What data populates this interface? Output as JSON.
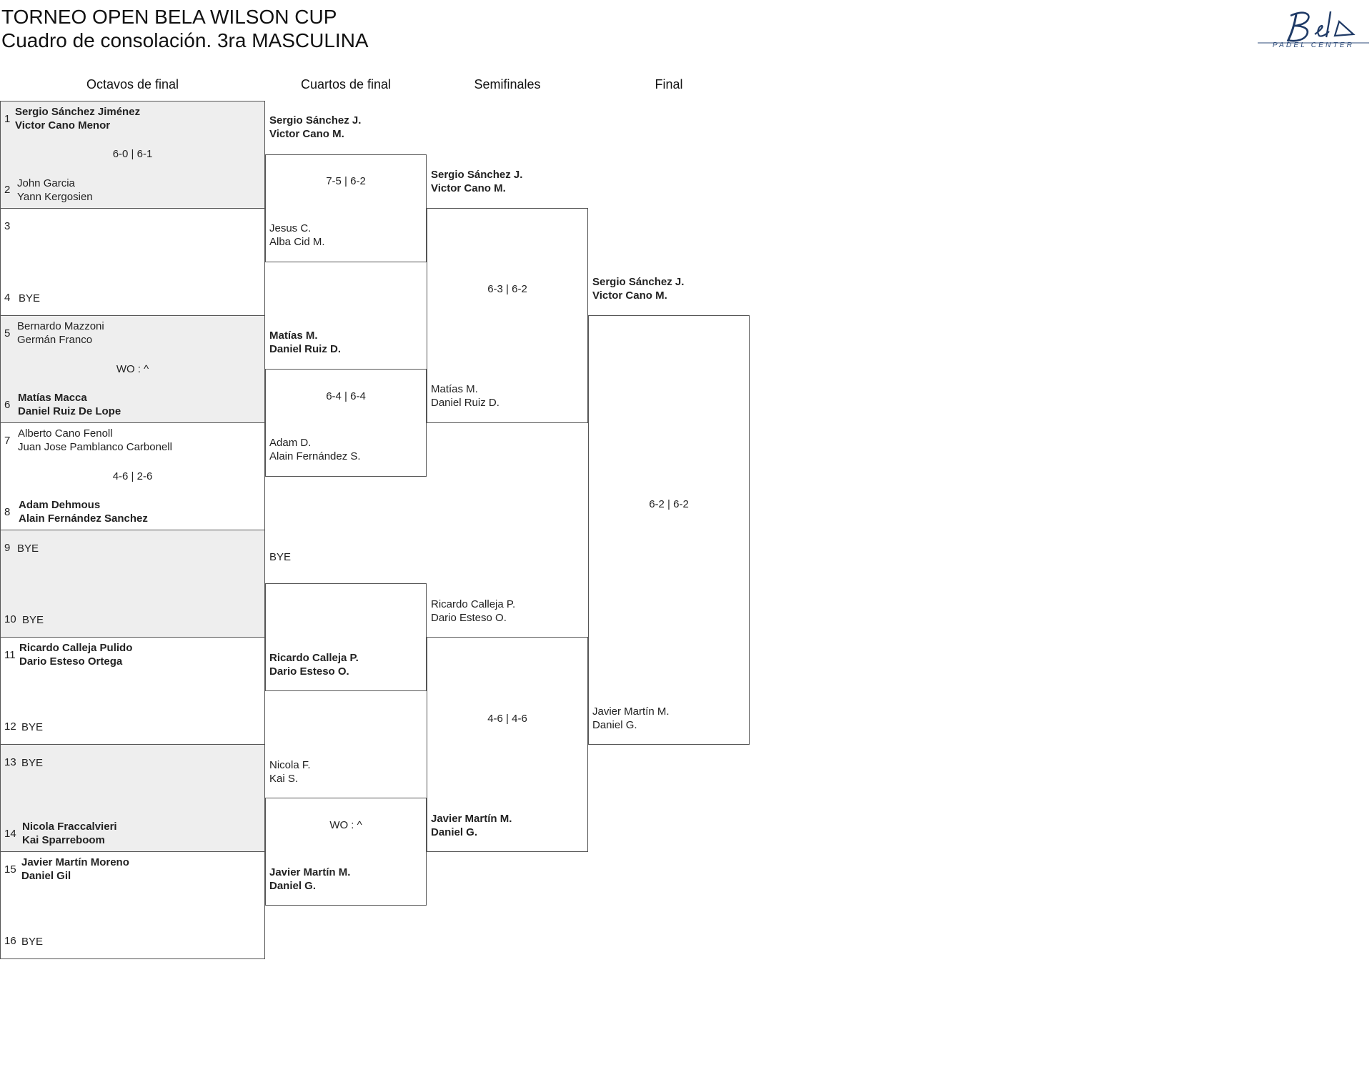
{
  "header": {
    "title": "TORNEO OPEN BELA WILSON CUP",
    "subtitle": "Cuadro de consolación. 3ra MASCULINA"
  },
  "logo": {
    "brand": "Bela",
    "tagline": "PADEL CENTER",
    "color": "#1f3a66"
  },
  "rounds": [
    "Octavos de final",
    "Cuartos de final",
    "Semifinales",
    "Final"
  ],
  "r16": {
    "m1": {
      "top": {
        "seed": "1",
        "line1": "Sergio Sánchez Jiménez",
        "line2": "Victor Cano Menor"
      },
      "bottom": {
        "seed": "2",
        "line1": "John Garcia",
        "line2": "Yann Kergosien"
      },
      "score": "6-0 | 6-1"
    },
    "m2": {
      "top": {
        "seed": "3"
      },
      "bottom": {
        "seed": "4",
        "line1": "BYE"
      }
    },
    "m3": {
      "top": {
        "seed": "5",
        "line1": "Bernardo Mazzoni",
        "line2": "Germán Franco"
      },
      "bottom": {
        "seed": "6",
        "line1": "Matías Macca",
        "line2": "Daniel Ruiz De Lope"
      },
      "score": "WO : ^"
    },
    "m4": {
      "top": {
        "seed": "7",
        "line1": "Alberto Cano Fenoll",
        "line2": "Juan Jose Pamblanco Carbonell"
      },
      "bottom": {
        "seed": "8",
        "line1": "Adam Dehmous",
        "line2": "Alain Fernández Sanchez"
      },
      "score": "4-6 | 2-6"
    },
    "m5": {
      "top": {
        "seed": "9",
        "line1": "BYE"
      },
      "bottom": {
        "seed": "10",
        "line1": "BYE"
      }
    },
    "m6": {
      "top": {
        "seed": "11",
        "line1": "Ricardo Calleja Pulido",
        "line2": "Dario Esteso Ortega"
      },
      "bottom": {
        "seed": "12",
        "line1": "BYE"
      }
    },
    "m7": {
      "top": {
        "seed": "13",
        "line1": "BYE"
      },
      "bottom": {
        "seed": "14",
        "line1": "Nicola Fraccalvieri",
        "line2": "Kai Sparreboom"
      }
    },
    "m8": {
      "top": {
        "seed": "15",
        "line1": "Javier Martín Moreno",
        "line2": "Daniel Gil"
      },
      "bottom": {
        "seed": "16",
        "line1": "BYE"
      }
    }
  },
  "qf": {
    "m1": {
      "top": {
        "line1": "Sergio Sánchez J.",
        "line2": "Victor Cano M."
      },
      "bottom": {
        "line1": "Jesus C.",
        "line2": "Alba Cid M."
      },
      "score": "7-5 | 6-2"
    },
    "m2": {
      "top": {
        "line1": "Matías M.",
        "line2": "Daniel Ruiz D."
      },
      "bottom": {
        "line1": "Adam D.",
        "line2": "Alain Fernández S."
      },
      "score": "6-4 | 6-4"
    },
    "m3": {
      "top": {
        "line1": "BYE"
      },
      "bottom": {
        "line1": "Ricardo Calleja P.",
        "line2": "Dario Esteso O."
      }
    },
    "m4": {
      "top": {
        "line1": "Nicola F.",
        "line2": "Kai S."
      },
      "bottom": {
        "line1": "Javier Martín M.",
        "line2": "Daniel G."
      },
      "score": "WO : ^"
    }
  },
  "sf": {
    "m1": {
      "top": {
        "line1": "Sergio Sánchez J.",
        "line2": "Victor Cano M."
      },
      "bottom": {
        "line1": "Matías M.",
        "line2": "Daniel Ruiz D."
      },
      "score": "6-3 | 6-2"
    },
    "m2": {
      "top": {
        "line1": "Ricardo Calleja P.",
        "line2": "Dario Esteso O."
      },
      "bottom": {
        "line1": "Javier Martín M.",
        "line2": "Daniel G."
      },
      "score": "4-6 | 4-6"
    }
  },
  "final": {
    "top": {
      "line1": "Sergio Sánchez J.",
      "line2": "Victor Cano M."
    },
    "bottom": {
      "line1": "Javier Martín M.",
      "line2": "Daniel G."
    },
    "score": "6-2 | 6-2"
  }
}
